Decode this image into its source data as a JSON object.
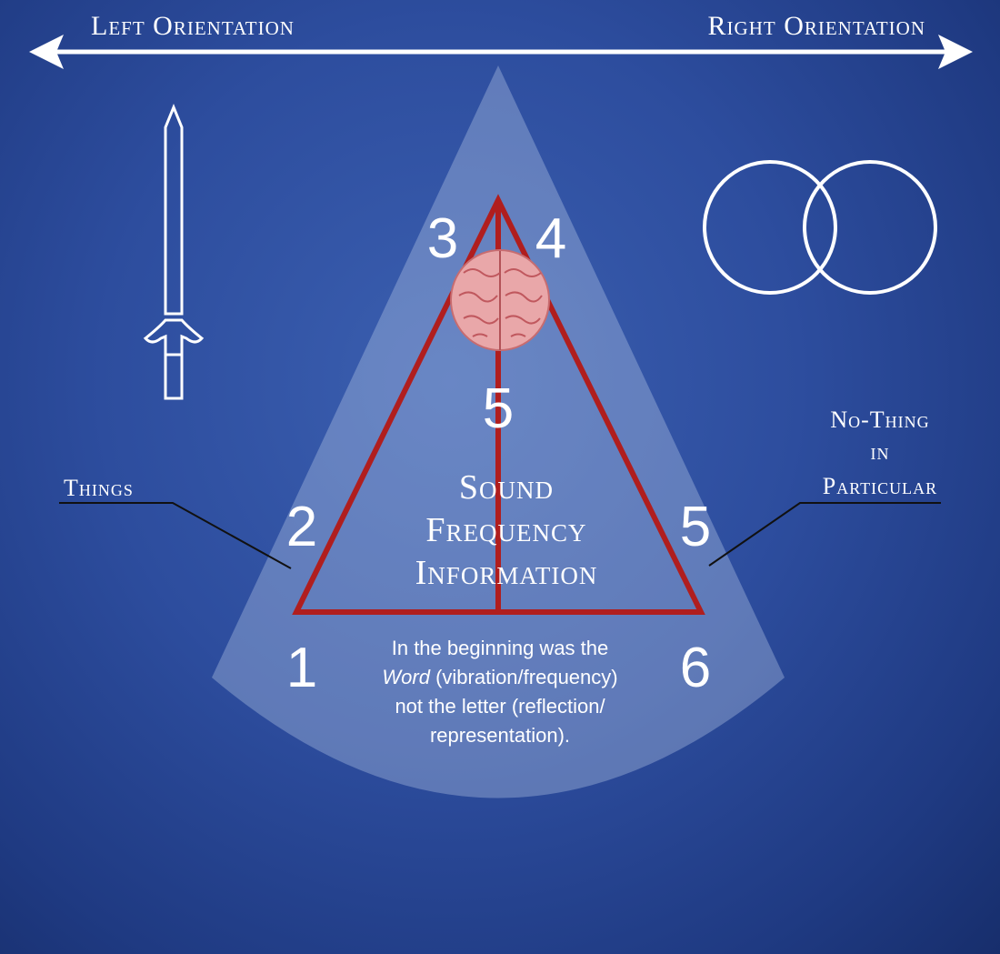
{
  "header": {
    "left_label": "Left Orientation",
    "right_label": "Right Orientation"
  },
  "labels": {
    "things": "Things",
    "no_thing": [
      "No-Thing",
      "in",
      "Particular"
    ]
  },
  "numbers": {
    "n1": "1",
    "n2": "2",
    "n3": "3",
    "n4": "4",
    "n5_center": "5",
    "n5_right": "5",
    "n6": "6"
  },
  "center_title": [
    "Sound",
    "Frequency",
    "Information"
  ],
  "quote": {
    "line1": "In the beginning was the",
    "line2_italic": "Word",
    "line2_rest": " (vibration/frequency)",
    "line3": "not the letter (reflection/",
    "line4": "representation)."
  },
  "colors": {
    "triangle": "#b01e1e",
    "background": "#2d4d9e"
  }
}
